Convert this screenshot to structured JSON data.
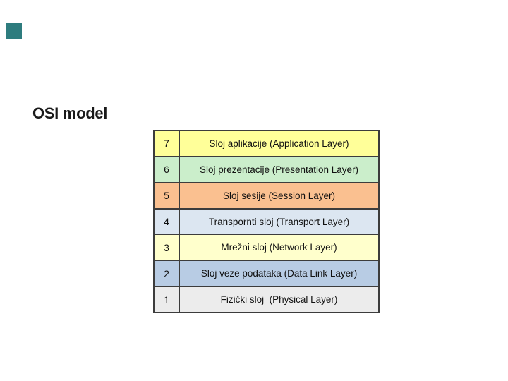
{
  "slide": {
    "title": "OSI model",
    "background_color": "#FFFFFF",
    "accent_square_color": "#2E7C7E"
  },
  "table": {
    "border_color": "#3C3C3C",
    "rows": [
      {
        "number": "7",
        "label": "Sloj aplikacije (Application Layer)",
        "bg": "#FFFF99"
      },
      {
        "number": "6",
        "label": "Sloj prezentacije (Presentation Layer)",
        "bg": "#CBEECB"
      },
      {
        "number": "5",
        "label": "Sloj sesije (Session Layer)",
        "bg": "#FAC090"
      },
      {
        "number": "4",
        "label": "Transpornti sloj (Transport Layer)",
        "bg": "#DCE6F1"
      },
      {
        "number": "3",
        "label": "Mrežni sloj (Network Layer)",
        "bg": "#FFFFCC"
      },
      {
        "number": "2",
        "label": "Sloj veze podataka (Data Link Layer)",
        "bg": "#B8CCE4"
      },
      {
        "number": "1",
        "label": "Fizički sloj  (Physical Layer)",
        "bg": "#ECECEC"
      }
    ]
  }
}
